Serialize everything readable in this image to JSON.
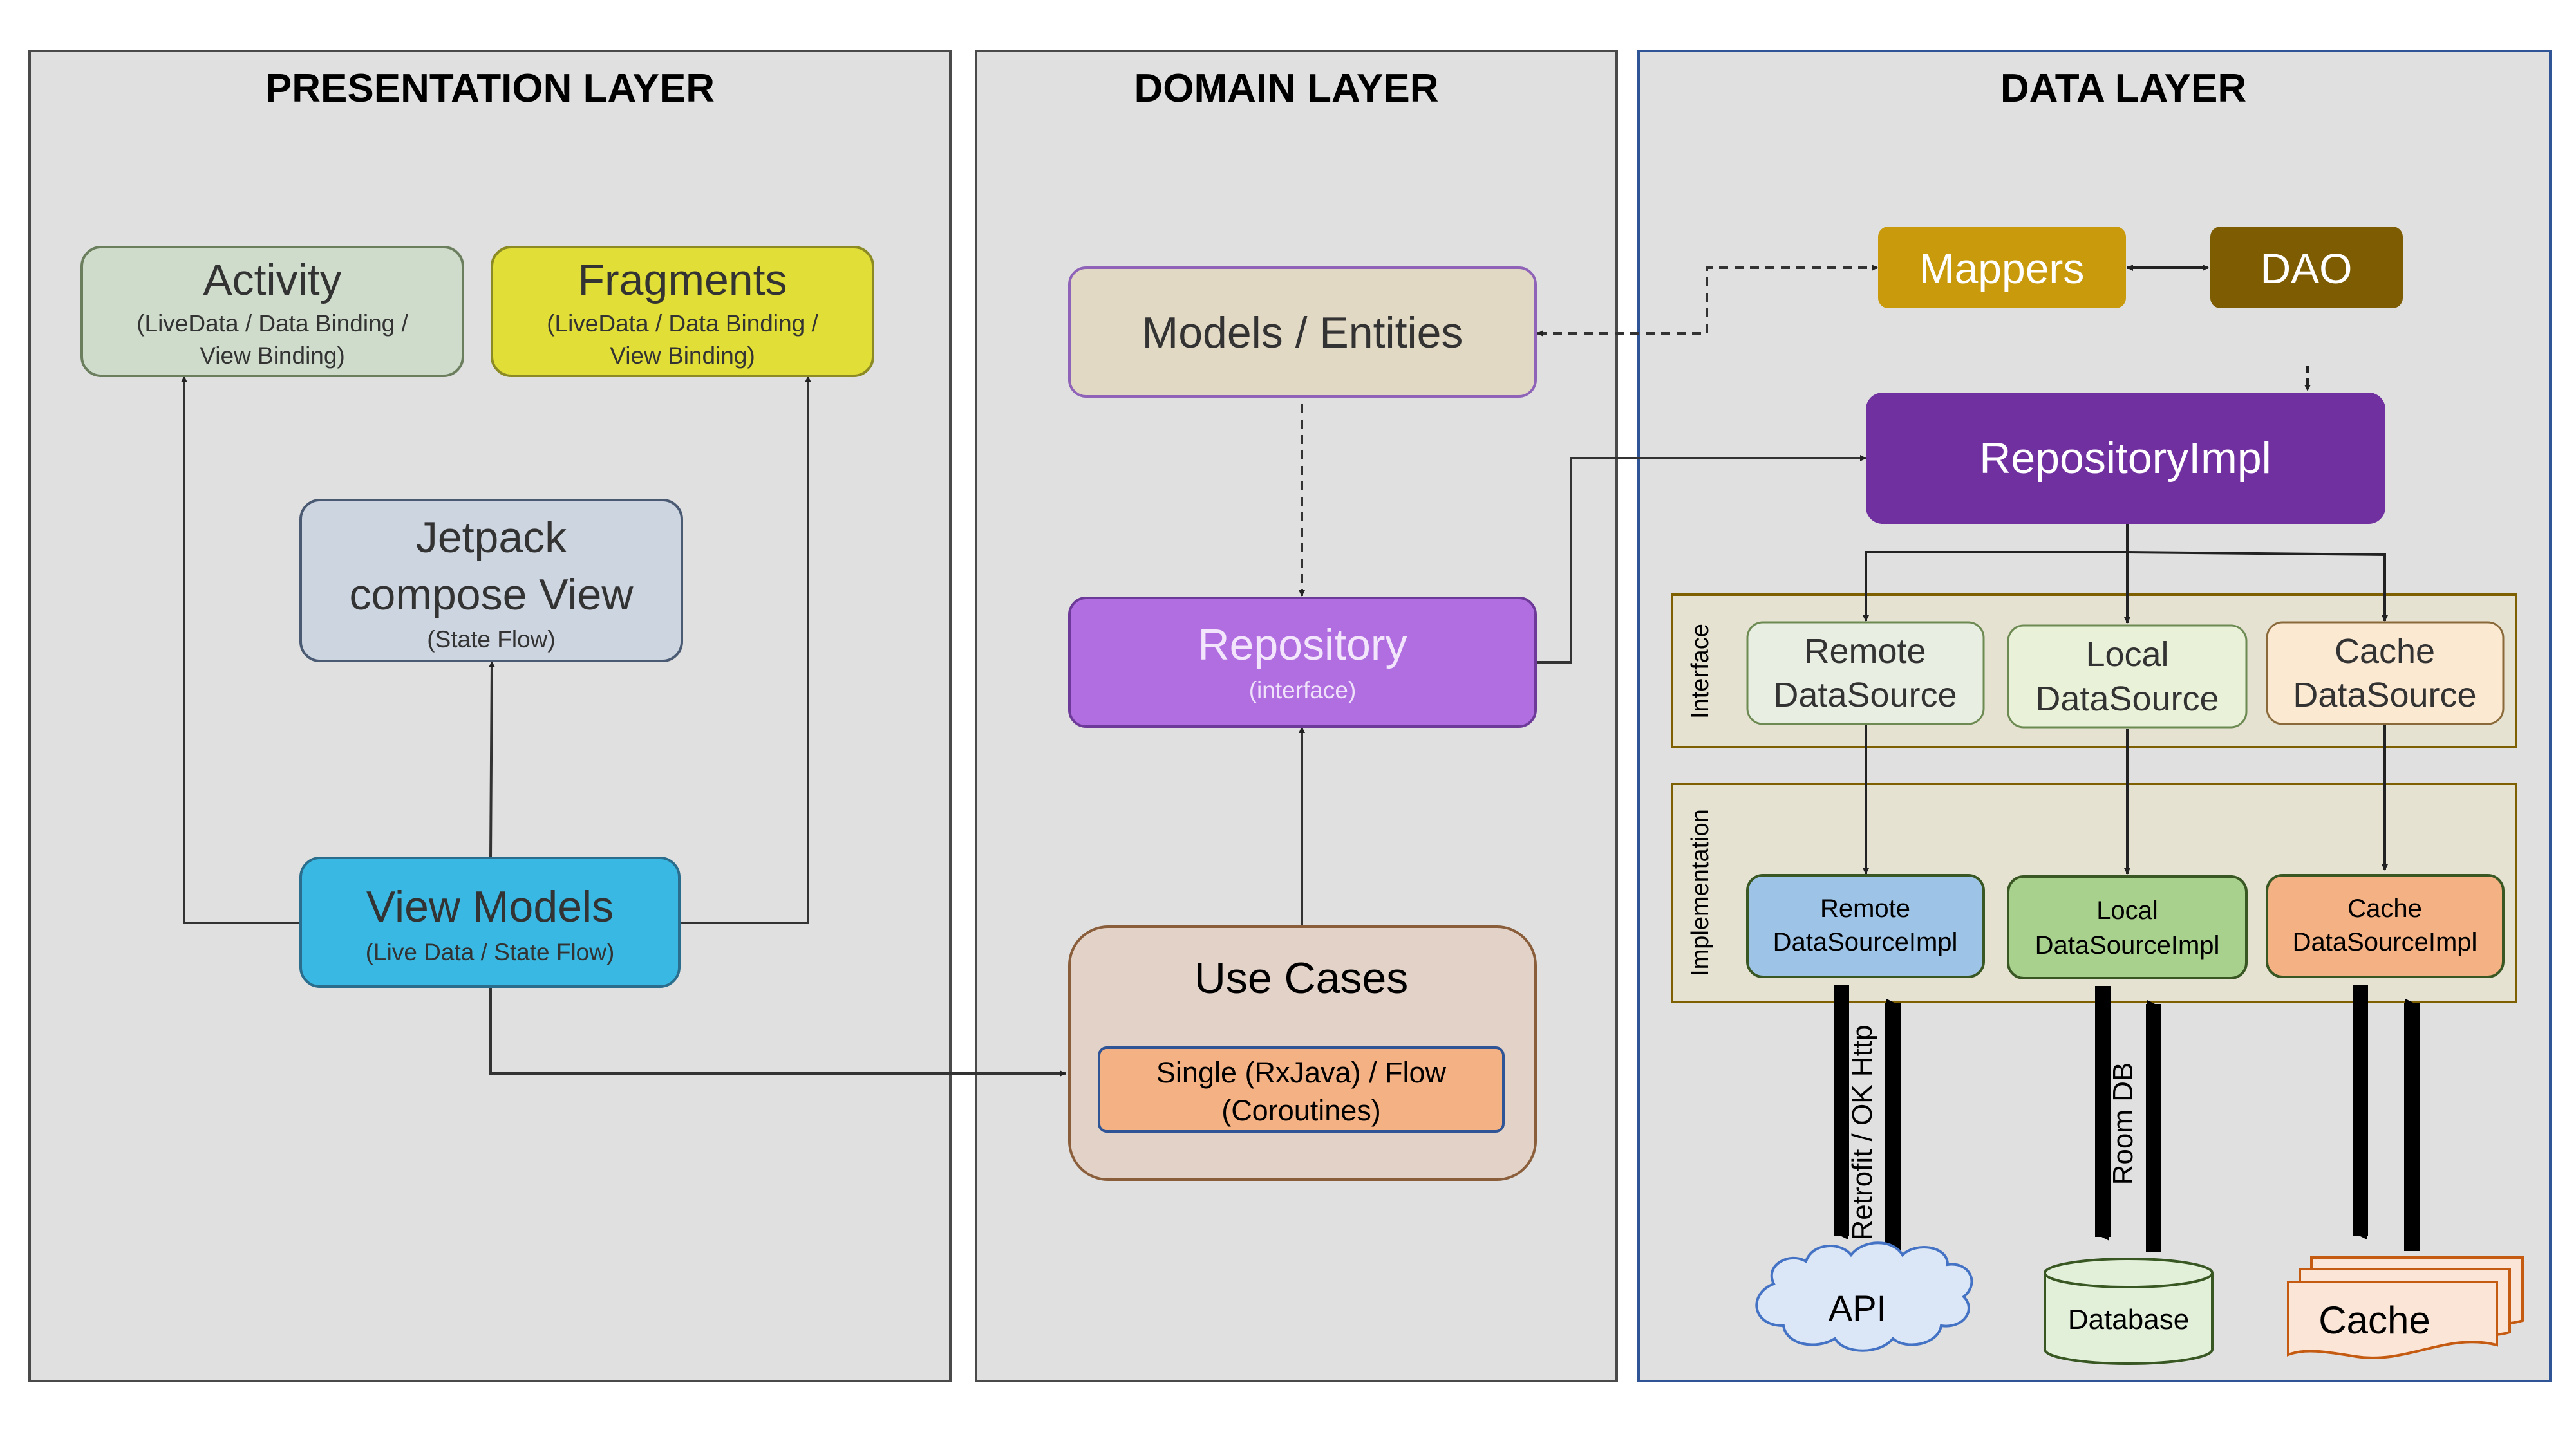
{
  "layers": {
    "presentation": {
      "title": "PRESENTATION LAYER"
    },
    "domain": {
      "title": "DOMAIN LAYER"
    },
    "data": {
      "title": "DATA LAYER"
    }
  },
  "presentation": {
    "activity": {
      "title": "Activity",
      "sub1": "(LiveData / Data Binding /",
      "sub2": "View Binding)"
    },
    "fragments": {
      "title": "Fragments",
      "sub1": "(LiveData / Data Binding /",
      "sub2": "View Binding)"
    },
    "compose": {
      "line1": "Jetpack",
      "line2": "compose View",
      "sub": "(State Flow)"
    },
    "viewmodels": {
      "title": "View Models",
      "sub": "(Live Data / State Flow)"
    }
  },
  "domain": {
    "models": {
      "title": "Models / Entities"
    },
    "repository": {
      "title": "Repository",
      "sub": "(interface)"
    },
    "usecases": {
      "title": "Use Cases",
      "inner1": "Single (RxJava) / Flow",
      "inner2": "(Coroutines)"
    }
  },
  "data": {
    "mappers": "Mappers",
    "dao": "DAO",
    "repository_impl": "RepositoryImpl",
    "interface_label": "Interface",
    "implementation_label": "Implementation",
    "remote_ds": {
      "line1": "Remote",
      "line2": "DataSource"
    },
    "local_ds": {
      "line1": "Local",
      "line2": "DataSource"
    },
    "cache_ds": {
      "line1": "Cache",
      "line2": "DataSource"
    },
    "remote_impl": {
      "line1": "Remote",
      "line2": "DataSourceImpl"
    },
    "local_impl": {
      "line1": "Local",
      "line2": "DataSourceImpl"
    },
    "cache_impl": {
      "line1": "Cache",
      "line2": "DataSourceImpl"
    },
    "retrofit_label": "Retrofit / OK Http",
    "room_label": "Room DB",
    "api": "API",
    "database": "Database",
    "cache": "Cache"
  },
  "colors": {
    "panel_bg": "#e0e0e0",
    "activity": "#cfdccc",
    "fragments": "#e1de37",
    "compose": "#cdd5e0",
    "viewmodels": "#39b8e3",
    "models": "#e2d9c4",
    "repository": "#b06ee0",
    "usecases": "#e2d2c8",
    "usecases_inner": "#f4b183",
    "mappers": "#c89a0c",
    "dao": "#7e5d02",
    "repository_impl": "#7030a0",
    "remote_ds": "#e8eee2",
    "local_ds": "#e9f1d8",
    "cache_ds": "#fbe9d2",
    "remote_impl": "#9dc3e6",
    "local_impl": "#a9d18e",
    "cache_impl": "#f4b183"
  }
}
